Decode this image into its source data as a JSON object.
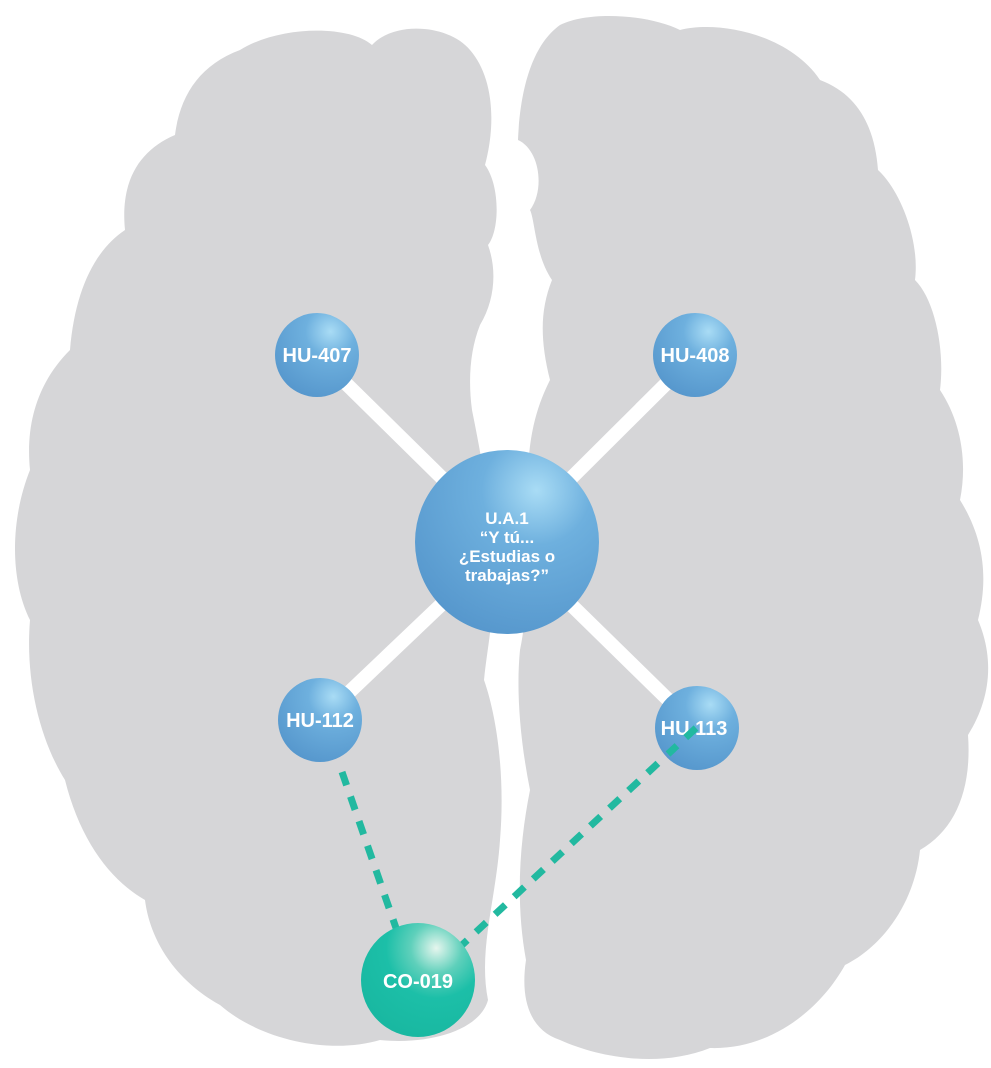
{
  "colors": {
    "brain_fill": "#d6d6d8",
    "background": "#ffffff",
    "solid_link": "#ffffff",
    "dashed_link": "#22b9a0",
    "blue_node": "#5a9fd4",
    "blue_node_highlight": "#a9dcf5",
    "green_node": "#1cbfa8",
    "green_node_highlight": "#dff3ea"
  },
  "diagram": {
    "center": {
      "lines": [
        "U.A.1",
        "“Y tú...",
        "¿Estudias o",
        "trabajas?”"
      ]
    },
    "nodes": {
      "top_left": "HU-407",
      "top_right": "HU-408",
      "bottom_left": "HU-112",
      "bottom_right": "HU 113",
      "competency": "CO-019"
    },
    "solid_links": [
      "HU-407",
      "HU-408",
      "HU-112",
      "HU 113"
    ],
    "dashed_links": [
      "HU-112",
      "HU 113"
    ]
  }
}
